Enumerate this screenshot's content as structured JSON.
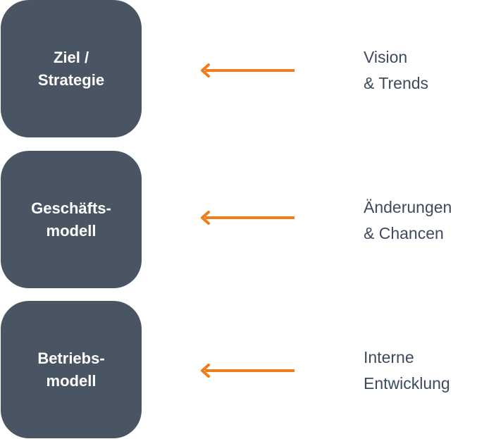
{
  "diagram": {
    "accent_color": "#f07d1c",
    "box_color": "#4a5563",
    "rows": [
      {
        "box_lines": [
          "Ziel /",
          "Strategie"
        ],
        "label_lines": [
          "Vision",
          "& Trends"
        ],
        "arrow_icon": "arrow-left-icon"
      },
      {
        "box_lines": [
          "Geschäfts-",
          "modell"
        ],
        "label_lines": [
          "Änderungen",
          "& Chancen"
        ],
        "arrow_icon": "arrow-left-icon"
      },
      {
        "box_lines": [
          "Betriebs-",
          "modell"
        ],
        "label_lines": [
          "Interne",
          "Entwicklung"
        ],
        "arrow_icon": "arrow-left-icon"
      }
    ]
  }
}
